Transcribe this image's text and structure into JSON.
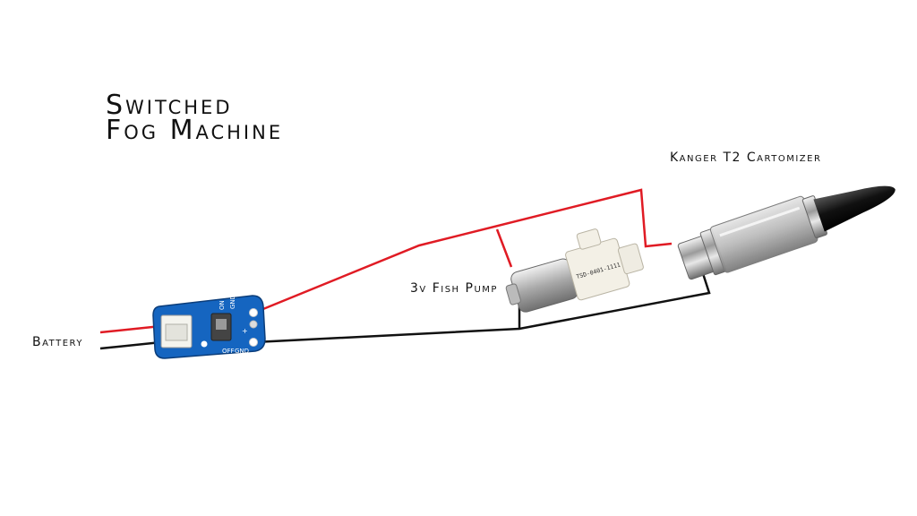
{
  "title": {
    "line1": "Switched",
    "line2": "Fog Machine"
  },
  "labels": {
    "battery": "Battery",
    "pump": "3v Fish Pump",
    "cartomizer": "Kanger T2 Cartomizer"
  },
  "board": {
    "pin_labels": [
      "GND",
      "ON",
      "+",
      "OFF",
      "GND"
    ]
  },
  "pump_part_number": "TSD-0401-1111",
  "colors": {
    "positive_wire": "#e01b24",
    "negative_wire": "#111111",
    "board": "#1565c0"
  }
}
